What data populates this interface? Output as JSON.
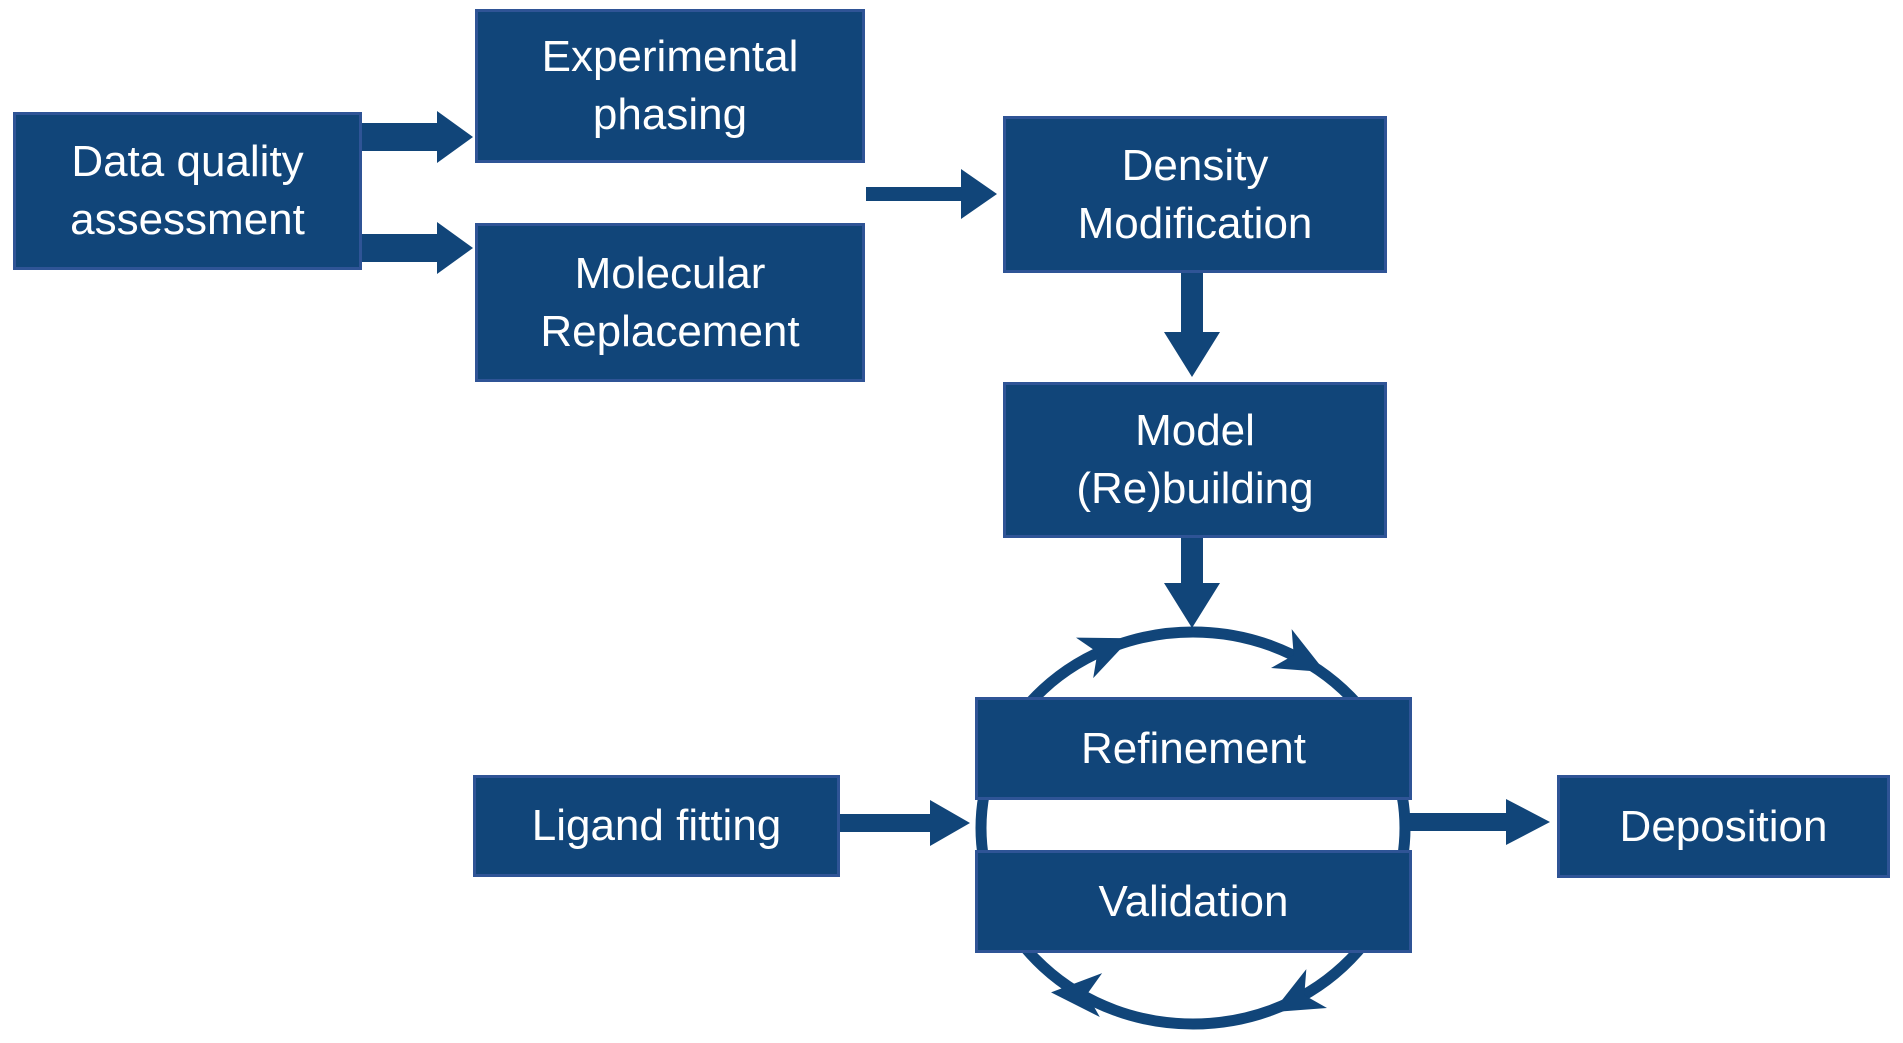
{
  "colors": {
    "background": "#ffffff",
    "box_fill": "#114579",
    "box_border": "#2F5496",
    "arrow": "#114579",
    "text": "#ffffff"
  },
  "nodes": {
    "data_quality_assessment": {
      "label": "Data quality assessment",
      "lines": [
        "Data quality",
        "assessment"
      ]
    },
    "experimental_phasing": {
      "label": "Experimental phasing",
      "lines": [
        "Experimental",
        "phasing"
      ]
    },
    "molecular_replacement": {
      "label": "Molecular Replacement",
      "lines": [
        "Molecular",
        "Replacement"
      ]
    },
    "density_modification": {
      "label": "Density Modification",
      "lines": [
        "Density",
        "Modification"
      ]
    },
    "model_rebuilding": {
      "label": "Model (Re)building",
      "lines": [
        "Model",
        "(Re)building"
      ]
    },
    "refinement": {
      "label": "Refinement"
    },
    "validation": {
      "label": "Validation"
    },
    "ligand_fitting": {
      "label": "Ligand fitting"
    },
    "deposition": {
      "label": "Deposition"
    }
  }
}
